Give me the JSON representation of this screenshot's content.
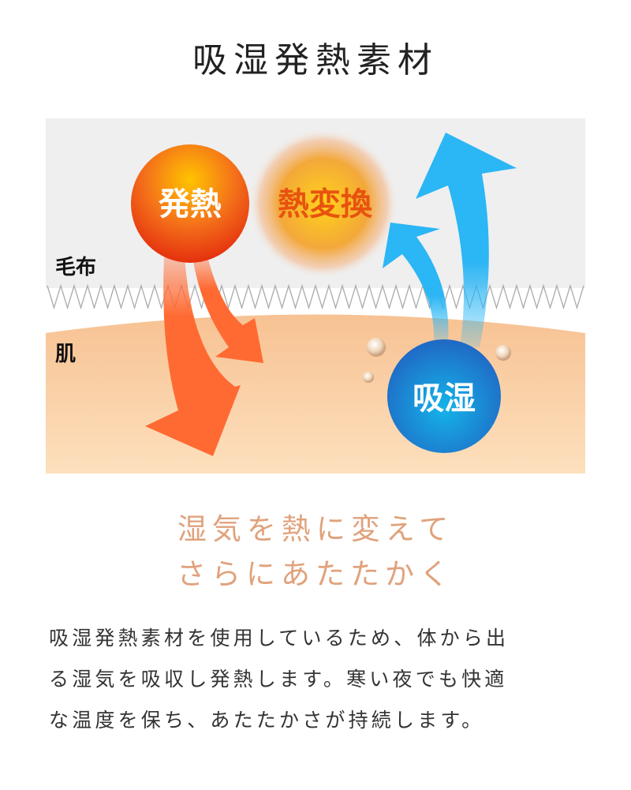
{
  "title": "吸湿発熱素材",
  "diagram": {
    "label_blanket": "毛布",
    "label_skin": "肌",
    "heat_circle": "発熱",
    "conversion_circle": "熱変換",
    "moisture_circle": "吸湿",
    "colors": {
      "heat": "#ff6a33",
      "moisture": "#2bb6f5",
      "skin": "#f8c596",
      "blanket": "#efefef"
    }
  },
  "catchphrase": [
    "湿気を熱に変えて",
    "さらにあたたかく"
  ],
  "description": [
    "吸湿発熱素材を使用しているため、体から出",
    "る湿気を吸収し発熱します。寒い夜でも快適",
    "な温度を保ち、あたたかさが持続します。"
  ]
}
